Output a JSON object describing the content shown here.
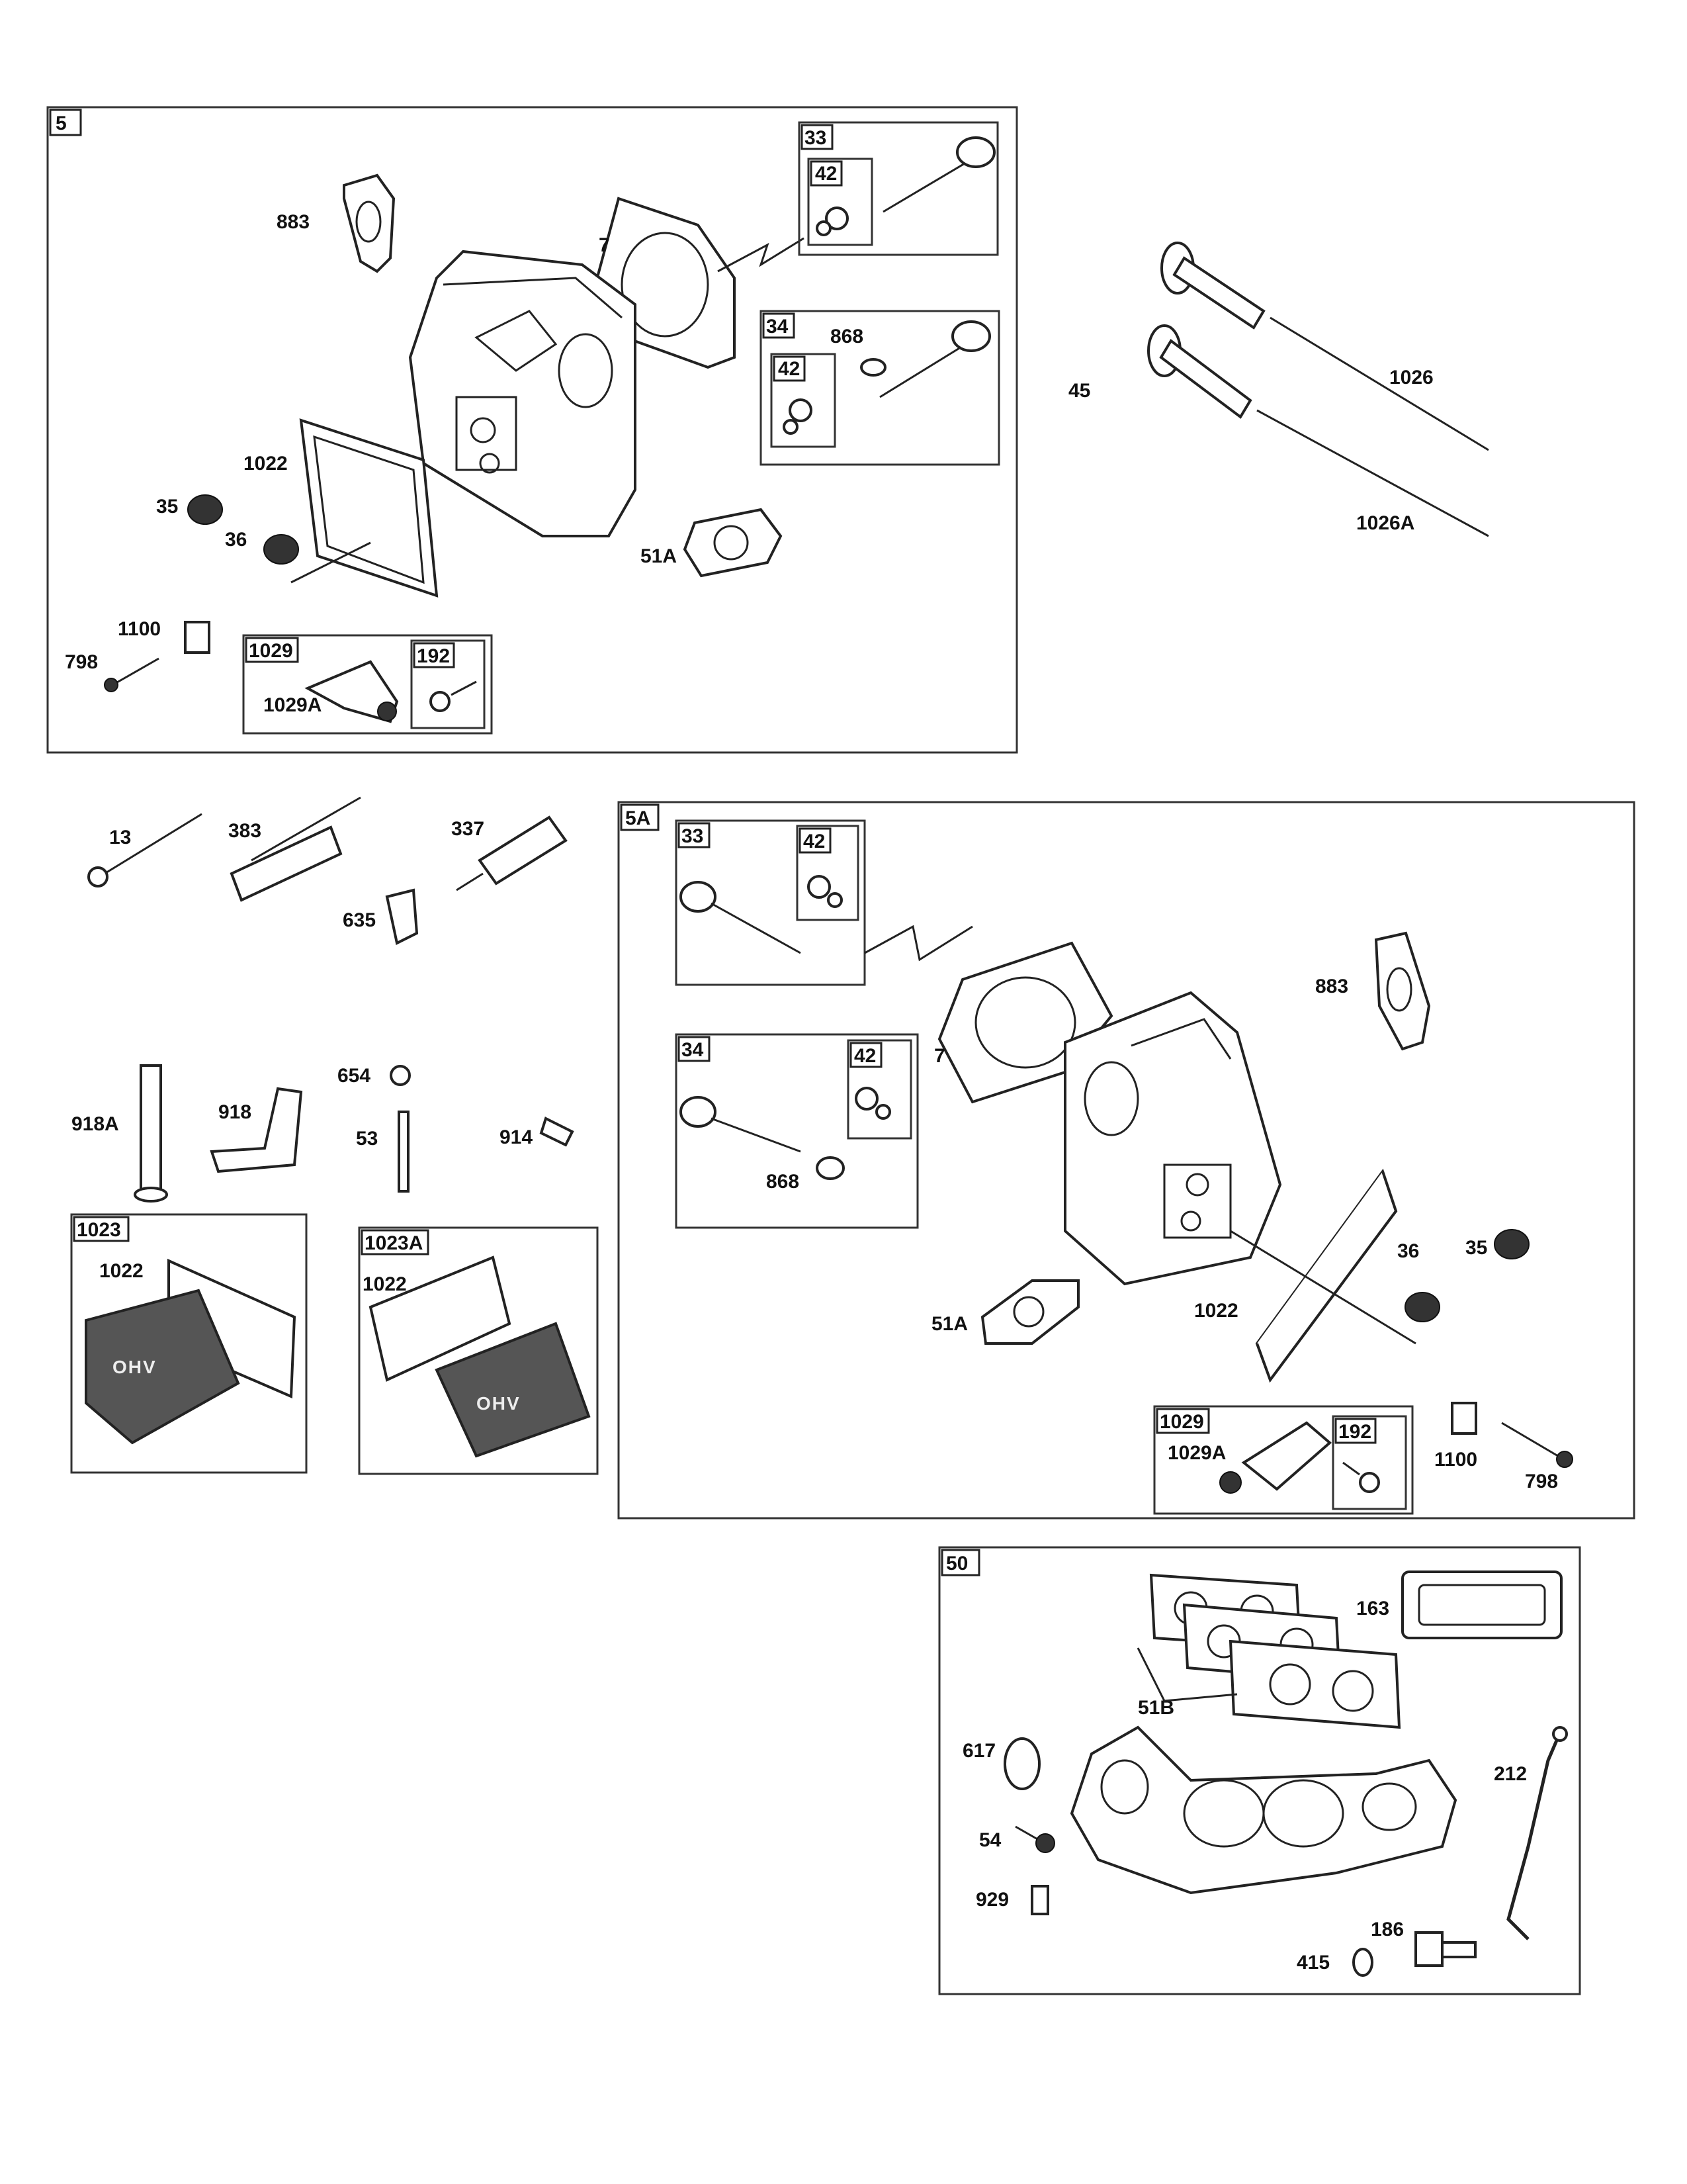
{
  "labels": {
    "l883a": "883",
    "l7a": "7",
    "l1022a": "1022",
    "l35a": "35",
    "l36a": "36",
    "l51Aa": "51A",
    "l1100a": "1100",
    "l798a": "798",
    "l1029Aa": "1029A",
    "l868a": "868",
    "l45": "45",
    "l1026": "1026",
    "l1026A": "1026A",
    "l13": "13",
    "l383": "383",
    "l337": "337",
    "l635": "635",
    "l918A": "918A",
    "l918": "918",
    "l654": "654",
    "l53": "53",
    "l914": "914",
    "l1022c": "1022",
    "l1022d": "1022",
    "l883b": "883",
    "l7b": "7",
    "l868b": "868",
    "l36b": "36",
    "l35b": "35",
    "l1022b": "1022",
    "l51Ab": "51A",
    "l1029Ab": "1029A",
    "l1100b": "1100",
    "l798b": "798",
    "l163": "163",
    "l51B": "51B",
    "l617": "617",
    "l212": "212",
    "l54": "54",
    "l929": "929",
    "l186": "186",
    "l415": "415"
  },
  "tags": {
    "t5": "5",
    "t33a": "33",
    "t42a": "42",
    "t34a": "34",
    "t42b": "42",
    "t1029a": "1029",
    "t192a": "192",
    "t5A": "5A",
    "t33b": "33",
    "t42c": "42",
    "t34b": "34",
    "t42d": "42",
    "t1029b": "1029",
    "t192b": "192",
    "t1023": "1023",
    "t1023A": "1023A",
    "t50": "50"
  },
  "cover_text": "OHV"
}
